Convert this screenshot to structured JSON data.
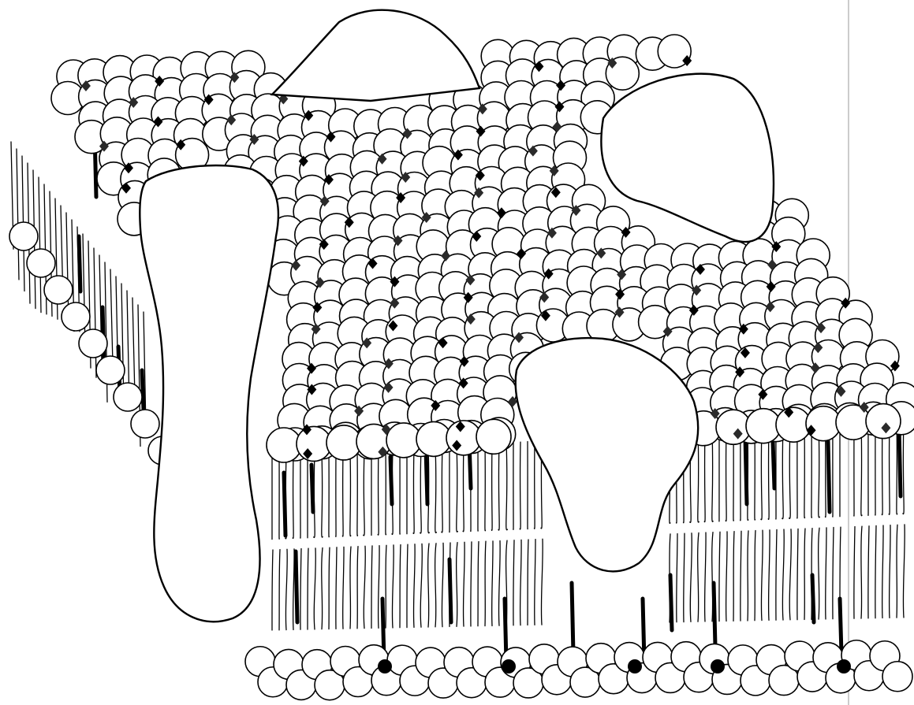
{
  "figure": {
    "kind": "fluid-mosaic-membrane-illustration",
    "style": "black line drawing on white",
    "ink_color": "#000000",
    "background_color": "#ffffff",
    "margin_line_color": "#9a9a9a",
    "components": {
      "lipid_heads": "circle-icon",
      "lipid_tails": "tail-line-icon",
      "integral_proteins": "protein-blob-icon",
      "cholesterol_markers": "dark-speckle-icon"
    },
    "protein_count": 4
  }
}
